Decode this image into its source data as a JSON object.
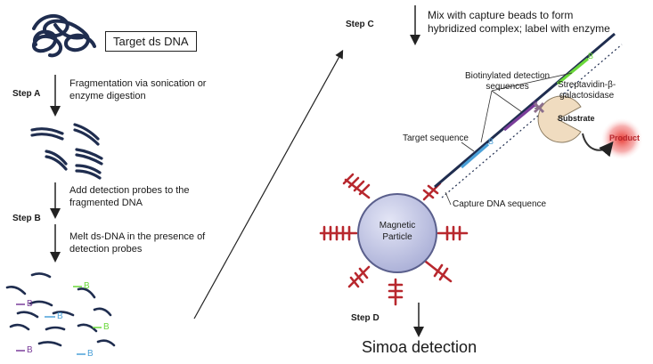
{
  "steps": {
    "a": "Step A",
    "b": "Step B",
    "c": "Step C",
    "d": "Step D"
  },
  "labels": {
    "target_dna": "Target ds DNA",
    "fragmentation_line1": "Fragmentation via sonication or",
    "fragmentation_line2": "enzyme digestion",
    "add_probes_line1": "Add detection probes to the",
    "add_probes_line2": "fragmented DNA",
    "melt_line1": "Melt ds-DNA in the presence of",
    "melt_line2": "detection probes",
    "mix_line1": "Mix with capture beads to form",
    "mix_line2": "hybridized complex; label with enzyme",
    "biotin_line1": "Biotinylated detection",
    "biotin_line2": "sequences",
    "strep_line1": "Streptavidin-β-",
    "strep_line2": "galactosidase",
    "substrate": "Substrate",
    "product": "Product",
    "target_sequence": "Target sequence",
    "capture_dna": "Capture DNA sequence",
    "particle_line1": "Magnetic",
    "particle_line2": "Particle",
    "simoa": "Simoa detection",
    "biotin_mark": "B",
    "probe_b_green": "B",
    "probe_b_purple1": "B",
    "probe_b_blue1": "B",
    "probe_b_green2": "B",
    "probe_b_purple2": "B",
    "probe_b_blue2": "B"
  },
  "colors": {
    "dna_strand": "#1f2d4f",
    "capture_red": "#b8282e",
    "probe_green": "#6ad83a",
    "probe_purple": "#7a3d9a",
    "probe_blue": "#4aa0d8",
    "bead_fill": "#c8cce8",
    "product_glow": "#e8342c",
    "enzyme_fill": "#f0dcc0"
  }
}
